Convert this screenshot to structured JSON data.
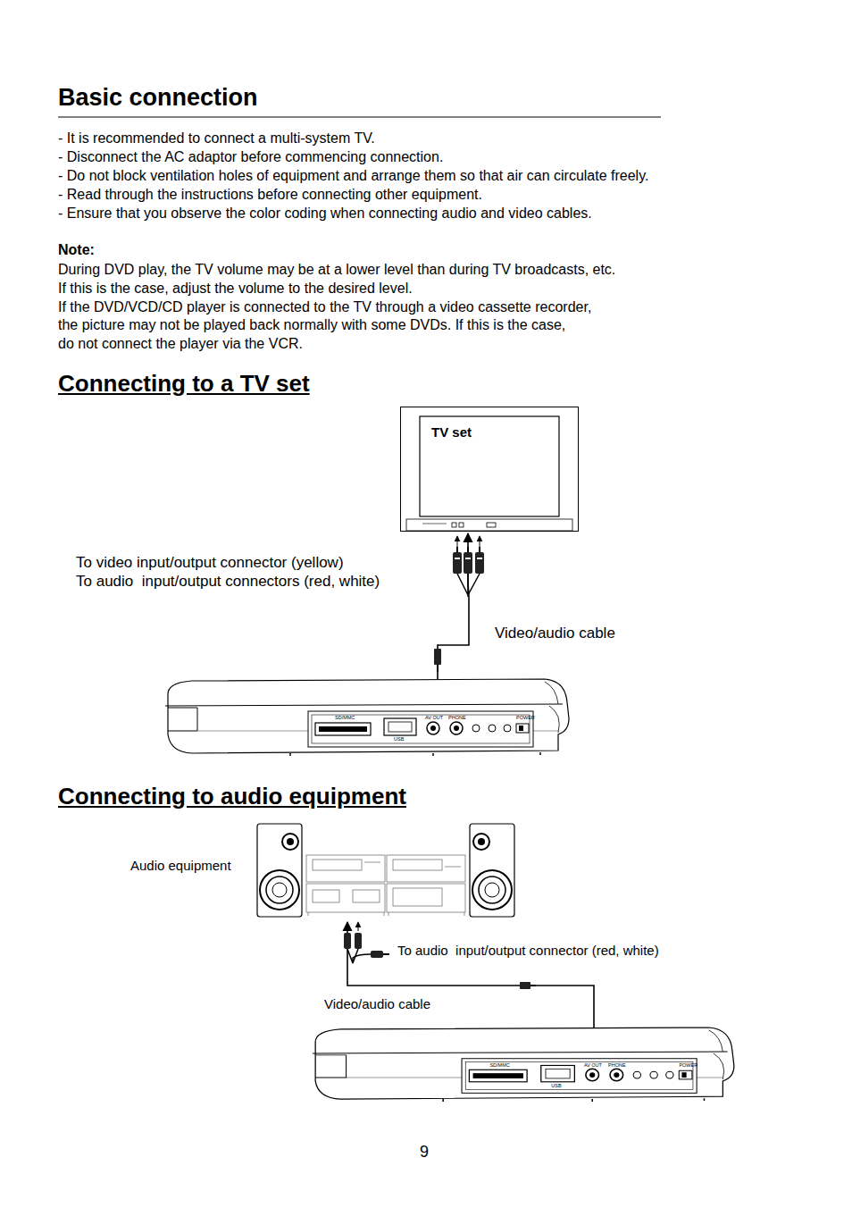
{
  "diagram": {
    "title": "Basic connection",
    "nodes": [
      {
        "text": [
          "TV set"
        ]
      },
      {
        "text": [
          "SD/MMC",
          "USB",
          "AV OUT",
          "PHONE",
          "POWER"
        ]
      },
      {
        "text": [
          "Audio equipment"
        ]
      },
      {
        "text": [
          "SD/MMC",
          "USB",
          "AV OUT",
          "PHONE",
          "POWER"
        ]
      }
    ],
    "edges": [
      {
        "from": 1,
        "to": 0,
        "label": "Video/audio cable",
        "arrow": "to"
      },
      {
        "from": 3,
        "to": 2,
        "label": "Video/audio cable",
        "arrow": "to"
      }
    ],
    "labels": [
      "- It is recommended to connect a multi-system TV.",
      "- Disconnect the AC adaptor before commencing connection.",
      "- Do not block ventilation holes of equipment and arrange them so that air can circulate freely.",
      "- Read through the instructions before connecting other equipment.",
      "- Ensure that you observe the color coding when connecting audio and video cables.",
      "Note:",
      "During DVD play, the TV volume may be at a lower level than during TV broadcasts, etc.",
      "If this is the case, adjust the volume to the desired level.",
      "If the DVD/VCD/CD player is connected to the TV through a video cassette recorder,",
      "the picture may not be played back normally with some DVDs. If this is the case,",
      "do not connect the player via the VCR.",
      "Connecting to a TV set",
      "To video input/output connector (yellow)",
      "To audio  input/output connectors (red, white)",
      "Connecting to audio equipment",
      "To audio  input/output connector (red, white)",
      "9"
    ]
  }
}
